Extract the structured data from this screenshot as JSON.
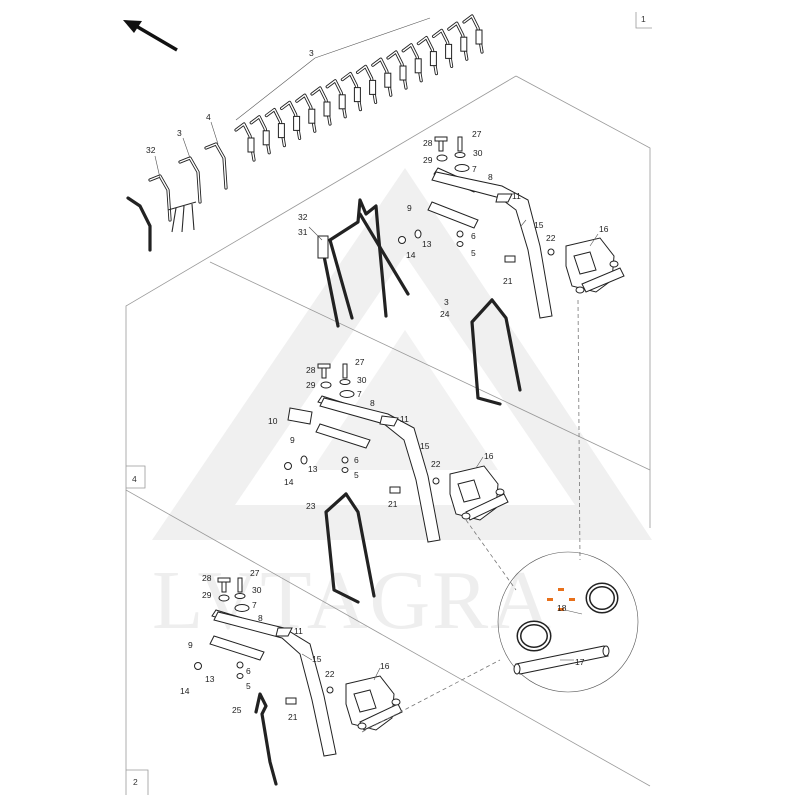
{
  "watermark": "LVTAGRA",
  "page_marker": "1",
  "section_tags": [
    "4",
    "2"
  ],
  "detail_labels": [
    "18",
    "17"
  ],
  "highlight_color": "#e8701a",
  "panel_top": {
    "labels": [
      "3",
      "3",
      "4",
      "32",
      "32",
      "31",
      "3",
      "24",
      "28",
      "27",
      "29",
      "30",
      "7",
      "8",
      "11",
      "9",
      "15",
      "13",
      "14",
      "6",
      "5",
      "22",
      "16",
      "21"
    ]
  },
  "panel_mid": {
    "labels": [
      "28",
      "27",
      "29",
      "30",
      "7",
      "8",
      "10",
      "11",
      "9",
      "15",
      "13",
      "14",
      "6",
      "5",
      "22",
      "16",
      "23",
      "21"
    ]
  },
  "panel_bot": {
    "labels": [
      "28",
      "27",
      "29",
      "30",
      "7",
      "8",
      "11",
      "9",
      "15",
      "14",
      "13",
      "6",
      "5",
      "22",
      "16",
      "25",
      "21"
    ]
  }
}
